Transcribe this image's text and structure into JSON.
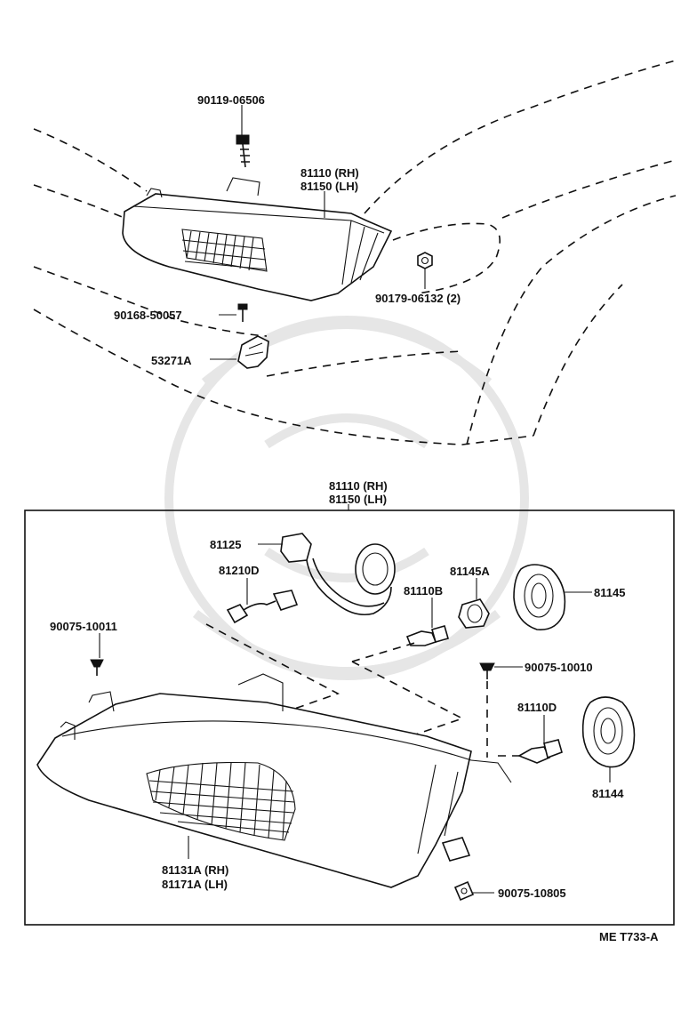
{
  "labels": {
    "bolt_top": "90119-06506",
    "lamp_top_rh": "81110 (RH)",
    "lamp_top_lh": "81150 (LH)",
    "screw_small": "90168-50057",
    "nut_top": "90179-06132 (2)",
    "bracket": "53271A",
    "box_rh": "81110 (RH)",
    "box_lh": "81150 (LH)",
    "socket_harness": "81125",
    "socket_small": "81210D",
    "clip_left": "90075-10011",
    "bulb_b": "81110B",
    "cap_a": "81145A",
    "cover_81145": "81145",
    "clip_right": "90075-10010",
    "bulb_d": "81110D",
    "cover_81144": "81144",
    "lens_rh": "81131A (RH)",
    "lens_lh": "81171A (LH)",
    "clip_bottom": "90075-10805",
    "code": "ME T733-A"
  }
}
